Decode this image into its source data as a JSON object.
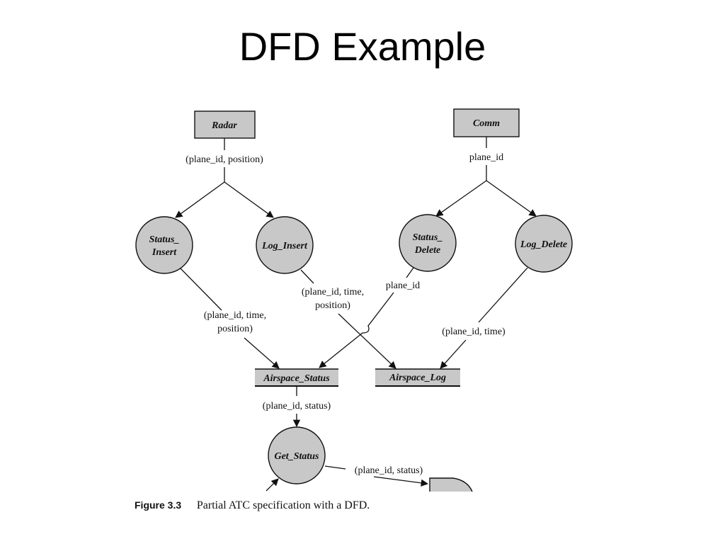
{
  "slide": {
    "title": "DFD Example"
  },
  "diagram": {
    "terminators": {
      "radar": "Radar",
      "comm": "Comm"
    },
    "processes": {
      "status_insert": [
        "Status_",
        "Insert"
      ],
      "log_insert": "Log_Insert",
      "status_delete": [
        "Status_",
        "Delete"
      ],
      "log_delete": "Log_Delete",
      "get_status": "Get_Status"
    },
    "stores": {
      "airspace_status": "Airspace_Status",
      "airspace_log": "Airspace_Log"
    },
    "flows": {
      "radar_out": "(plane_id, position)",
      "comm_out": "plane_id",
      "status_insert_out": [
        "(plane_id, time,",
        "position)"
      ],
      "log_insert_out": [
        "(plane_id, time,",
        "position)"
      ],
      "status_delete_out": "plane_id",
      "log_delete_out": "(plane_id, time)",
      "airspace_status_out": "(plane_id, status)",
      "get_status_out": "(plane_id, status)"
    }
  },
  "caption": {
    "number": "Figure 3.3",
    "text": "Partial ATC specification with a DFD."
  }
}
